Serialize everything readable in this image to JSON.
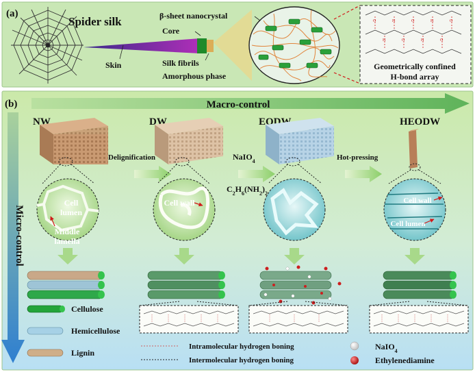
{
  "panel_a": {
    "label": "(a)",
    "title": "Spider silk",
    "skin": "Skin",
    "core": "Core",
    "beta_sheet": "β-sheet nanocrystal",
    "silk_fibrils": "Silk fibrils",
    "amorphous": "Amorphous phase",
    "hbond_line1": "Geometrically confined",
    "hbond_line2": "H-bond array"
  },
  "panel_b": {
    "label": "(b)",
    "macro": "Macro-control",
    "micro": "Micro-control",
    "stages": [
      "NW",
      "DW",
      "EODW",
      "HEODW"
    ],
    "step1": "Delignification",
    "step2_line1": "NaIO",
    "step2_line1_sub": "4",
    "step2_line2_a": "C",
    "step2_line2_sub1": "2",
    "step2_line2_b": "H",
    "step2_line2_sub2": "6",
    "step2_line2_c": "(NH",
    "step2_line2_sub3": "2",
    "step2_line2_d": ")",
    "step2_line2_sub4": "2",
    "step3": "Hot-pressing",
    "nw_lumen1": "Cell",
    "nw_lumen2": "lumen",
    "nw_middle1": "Middle",
    "nw_middle2": "lamella",
    "dw_wall": "Cell wall",
    "heodw_wall": "Cell wall",
    "heodw_lumen": "Cell lumen"
  },
  "legend": {
    "cellulose": "Cellulose",
    "hemicellulose": "Hemicellulose",
    "lignin": "Lignin",
    "intra": "Intramolecular hydrogen boning",
    "inter": "Intermolecular hydrogen boning",
    "naio4": "NaIO",
    "naio4_sub": "4",
    "ethylenediamine": "Ethylenediamine"
  },
  "colors": {
    "panel_a_bg": "#c9e7b5",
    "panel_b_top": "#c8e8a8",
    "panel_b_bottom": "#b8e0f5",
    "macro_arrow": "#7bc36a",
    "micro_arrow": "#3f86d0",
    "nw_wood": "#c99a72",
    "dw_wood": "#d5b697",
    "eodw_wood": "#9fc2da",
    "heodw_wood": "#b87f58",
    "cellulose": "#23a43a",
    "naio4": "#f4f4f4",
    "ethylenediamine": "#cc1f1f",
    "intra_line": "#d06060"
  }
}
